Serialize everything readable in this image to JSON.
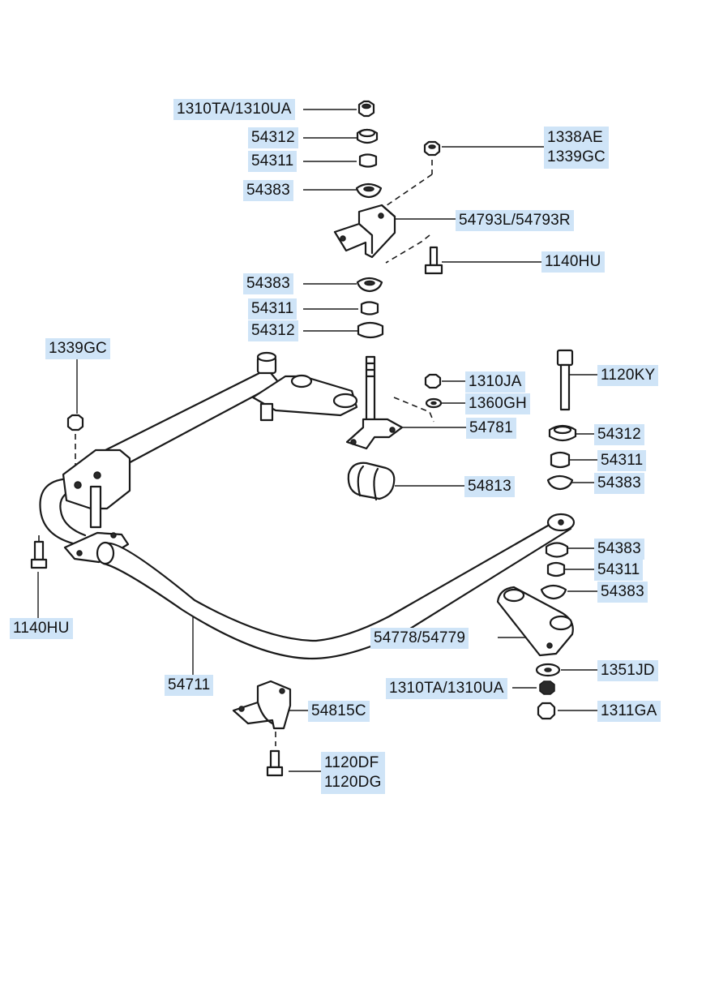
{
  "labels": {
    "p1310ta_top": "1310TA/1310UA",
    "p54312_a": "54312",
    "p54311_a": "54311",
    "p54383_a": "54383",
    "p1338ae": "1338AE",
    "p1339gc_r": "1339GC",
    "p54793": "54793L/54793R",
    "p1140hu_r": "1140HU",
    "p54383_b": "54383",
    "p54311_b": "54311",
    "p54312_b": "54312",
    "p1339gc_l": "1339GC",
    "p1310ja": "1310JA",
    "p1360gh": "1360GH",
    "p54781": "54781",
    "p1120ky": "1120KY",
    "p54312_c": "54312",
    "p54311_c": "54311",
    "p54383_c": "54383",
    "p54813": "54813",
    "p54383_d": "54383",
    "p54311_d": "54311",
    "p54383_e": "54383",
    "p54778": "54778/54779",
    "p1140hu_l": "1140HU",
    "p54711": "54711",
    "p1351jd": "1351JD",
    "p1310ta_bot": "1310TA/1310UA",
    "p1311ga": "1311GA",
    "p54815c": "54815C",
    "p1120df": "1120DF",
    "p1120dg": "1120DG"
  }
}
